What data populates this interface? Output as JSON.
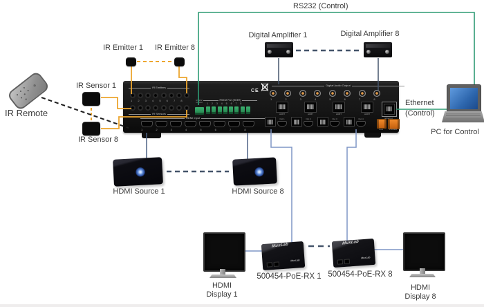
{
  "top": {
    "rs232_label": "RS232 (Control)"
  },
  "amplifiers": {
    "amp1": "Digital Amplifier 1",
    "amp8": "Digital Amplifier 8"
  },
  "ir": {
    "emitter1": "IR Emitter 1",
    "emitter8": "IR Emitter 8",
    "sensor1": "IR Sensor 1",
    "sensor8": "IR Sensor 8",
    "remote": "IR Remote"
  },
  "control": {
    "ethernet_line1": "Ethernet",
    "ethernet_line2": "(Control)",
    "pc": "PC for Control"
  },
  "sources": {
    "source1": "HDMI Source 1",
    "source8": "HDMI Source 8"
  },
  "receivers": {
    "rx1": "500454-PoE-RX 1",
    "rx8": "500454-PoE-RX 8",
    "brand": "MuxLab"
  },
  "displays": {
    "d1_line1": "HDMI",
    "d1_line2": "Display 1",
    "d8_line1": "HDMI",
    "d8_line2": "Display 8"
  },
  "panel": {
    "ir_emitters": "IR Emitters",
    "ir_sensors": "IR Sensors",
    "ir_numbers": "1 2 3 4 5 6 7 8",
    "hdmi_input": "HDMI Input",
    "hdmi_numbers": "1 2 3 4 5 6 7 8",
    "rs232_port": "RS232 Port (HDBT)",
    "rs232_numbers": "1 2 3 4 5 6 7 8",
    "rs232_ctrl_top": "RS232",
    "rs232_ctrl_bottom": "Control",
    "ce": "CE",
    "digital_audio_output": "Digital Audio Output",
    "audio_numbers": "1 2 3 4 5 6 7 8",
    "out_labels": [
      "Out 1",
      "Out 2",
      "Out 3",
      "Out 4"
    ],
    "hdbt": "HDBT",
    "ethernet": "Ethernet",
    "poe": "PoE",
    "power": "POWER"
  },
  "colors": {
    "wire_green": "#2e9b74",
    "wire_yellow": "#eda62f",
    "wire_slate": "#44546a",
    "wire_steel": "#4e6386",
    "wire_periwinkle": "#7e96c5",
    "remote_dash": "#1f1f1f",
    "panel_black": "#161616",
    "terminal_green": "#2e9e5b",
    "connector_orange": "#e07a1f",
    "laptop_screen_blue": "#2d66ad",
    "label_text": "#3b3b3b"
  }
}
